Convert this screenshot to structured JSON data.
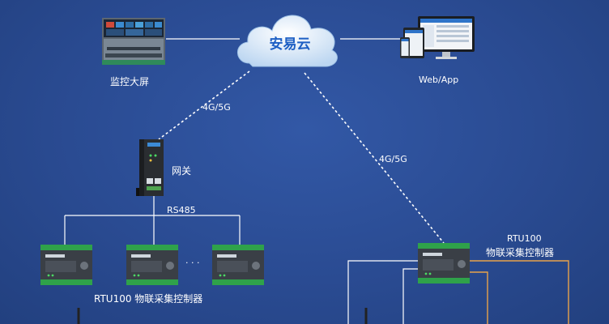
{
  "cloud": {
    "label": "安易云",
    "icon": "cloud-icon"
  },
  "monitor_screen": {
    "label": "监控大屏",
    "icon": "monitoring-screen-image"
  },
  "web_app": {
    "label": "Web/App",
    "icon": "devices-image"
  },
  "gateway": {
    "label": "网关",
    "icon": "gateway-device-image"
  },
  "links": {
    "gateway_link_label": "4G/5G",
    "rtu_link_label": "4G/5G",
    "bus_label": "RS485",
    "ellipsis": "· · ·"
  },
  "rtu_group": {
    "label": "RTU100 物联采集控制器",
    "count": 3
  },
  "rtu_single": {
    "label_line1": "RTU100",
    "label_line2": "物联采集控制器"
  },
  "colors": {
    "background": "#2a4b92",
    "line": "#ffffff",
    "cloud": "#dceaf8",
    "cloud_text": "#1d5fc4",
    "orange_wire": "#e8a24a"
  }
}
